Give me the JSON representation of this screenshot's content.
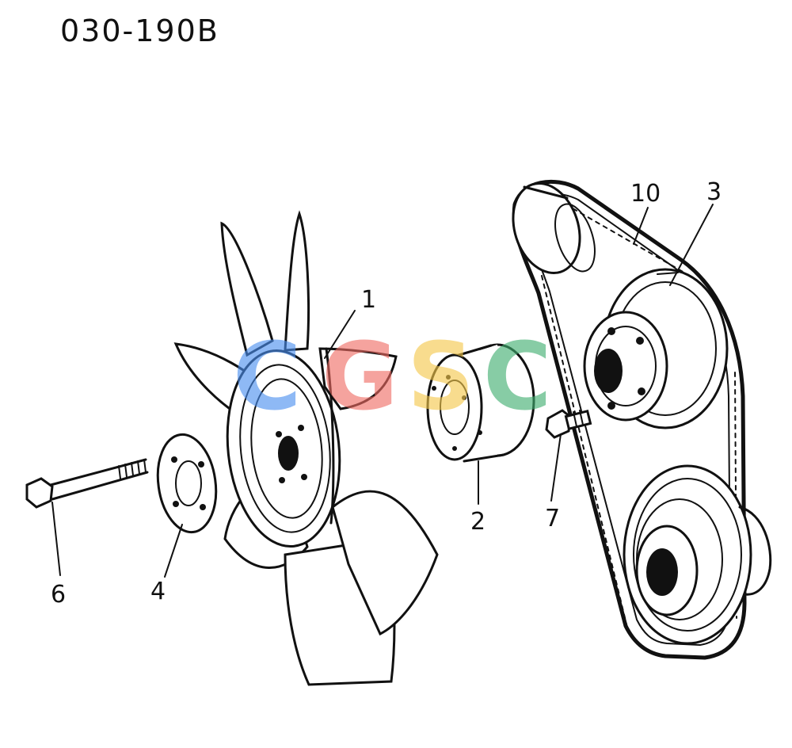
{
  "diagram_code": "030-190B",
  "callouts": {
    "fan": "1",
    "spacer": "2",
    "pulley": "3",
    "plate": "4",
    "long_bolt": "6",
    "bolt": "7",
    "belt": "10"
  },
  "watermark": {
    "letters": [
      "C",
      "G",
      "S",
      "C"
    ],
    "colors": [
      "#4a8ff0",
      "#ef6b63",
      "#f5c84a",
      "#3fae6f"
    ]
  }
}
